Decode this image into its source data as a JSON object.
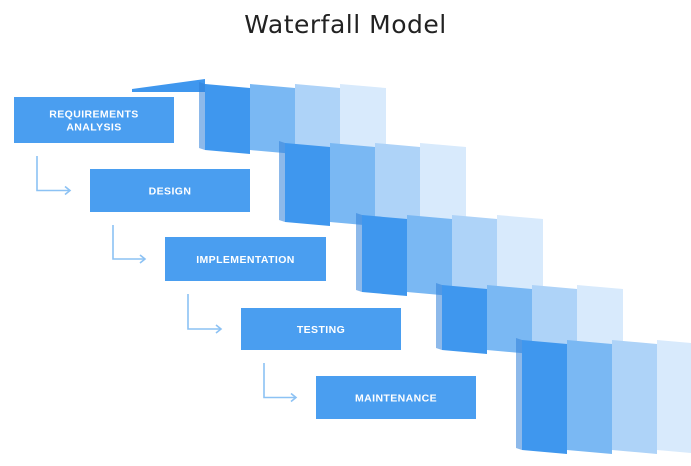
{
  "diagram": {
    "title": "Waterfall Model",
    "colors": {
      "box": "#4a9ef0",
      "arrow": "#8cc2f4",
      "title": "#222222",
      "step_shades": [
        "#3f97ee",
        "#7ab8f3",
        "#aed3f8",
        "#d8eafc"
      ],
      "riser_shade": "#2f7fd8"
    },
    "phases": [
      {
        "lines": [
          "REQUIREMENTS",
          "ANALYSIS"
        ]
      },
      {
        "lines": [
          "DESIGN"
        ]
      },
      {
        "lines": [
          "IMPLEMENTATION"
        ]
      },
      {
        "lines": [
          "TESTING"
        ]
      },
      {
        "lines": [
          "MAINTENANCE"
        ]
      }
    ]
  }
}
